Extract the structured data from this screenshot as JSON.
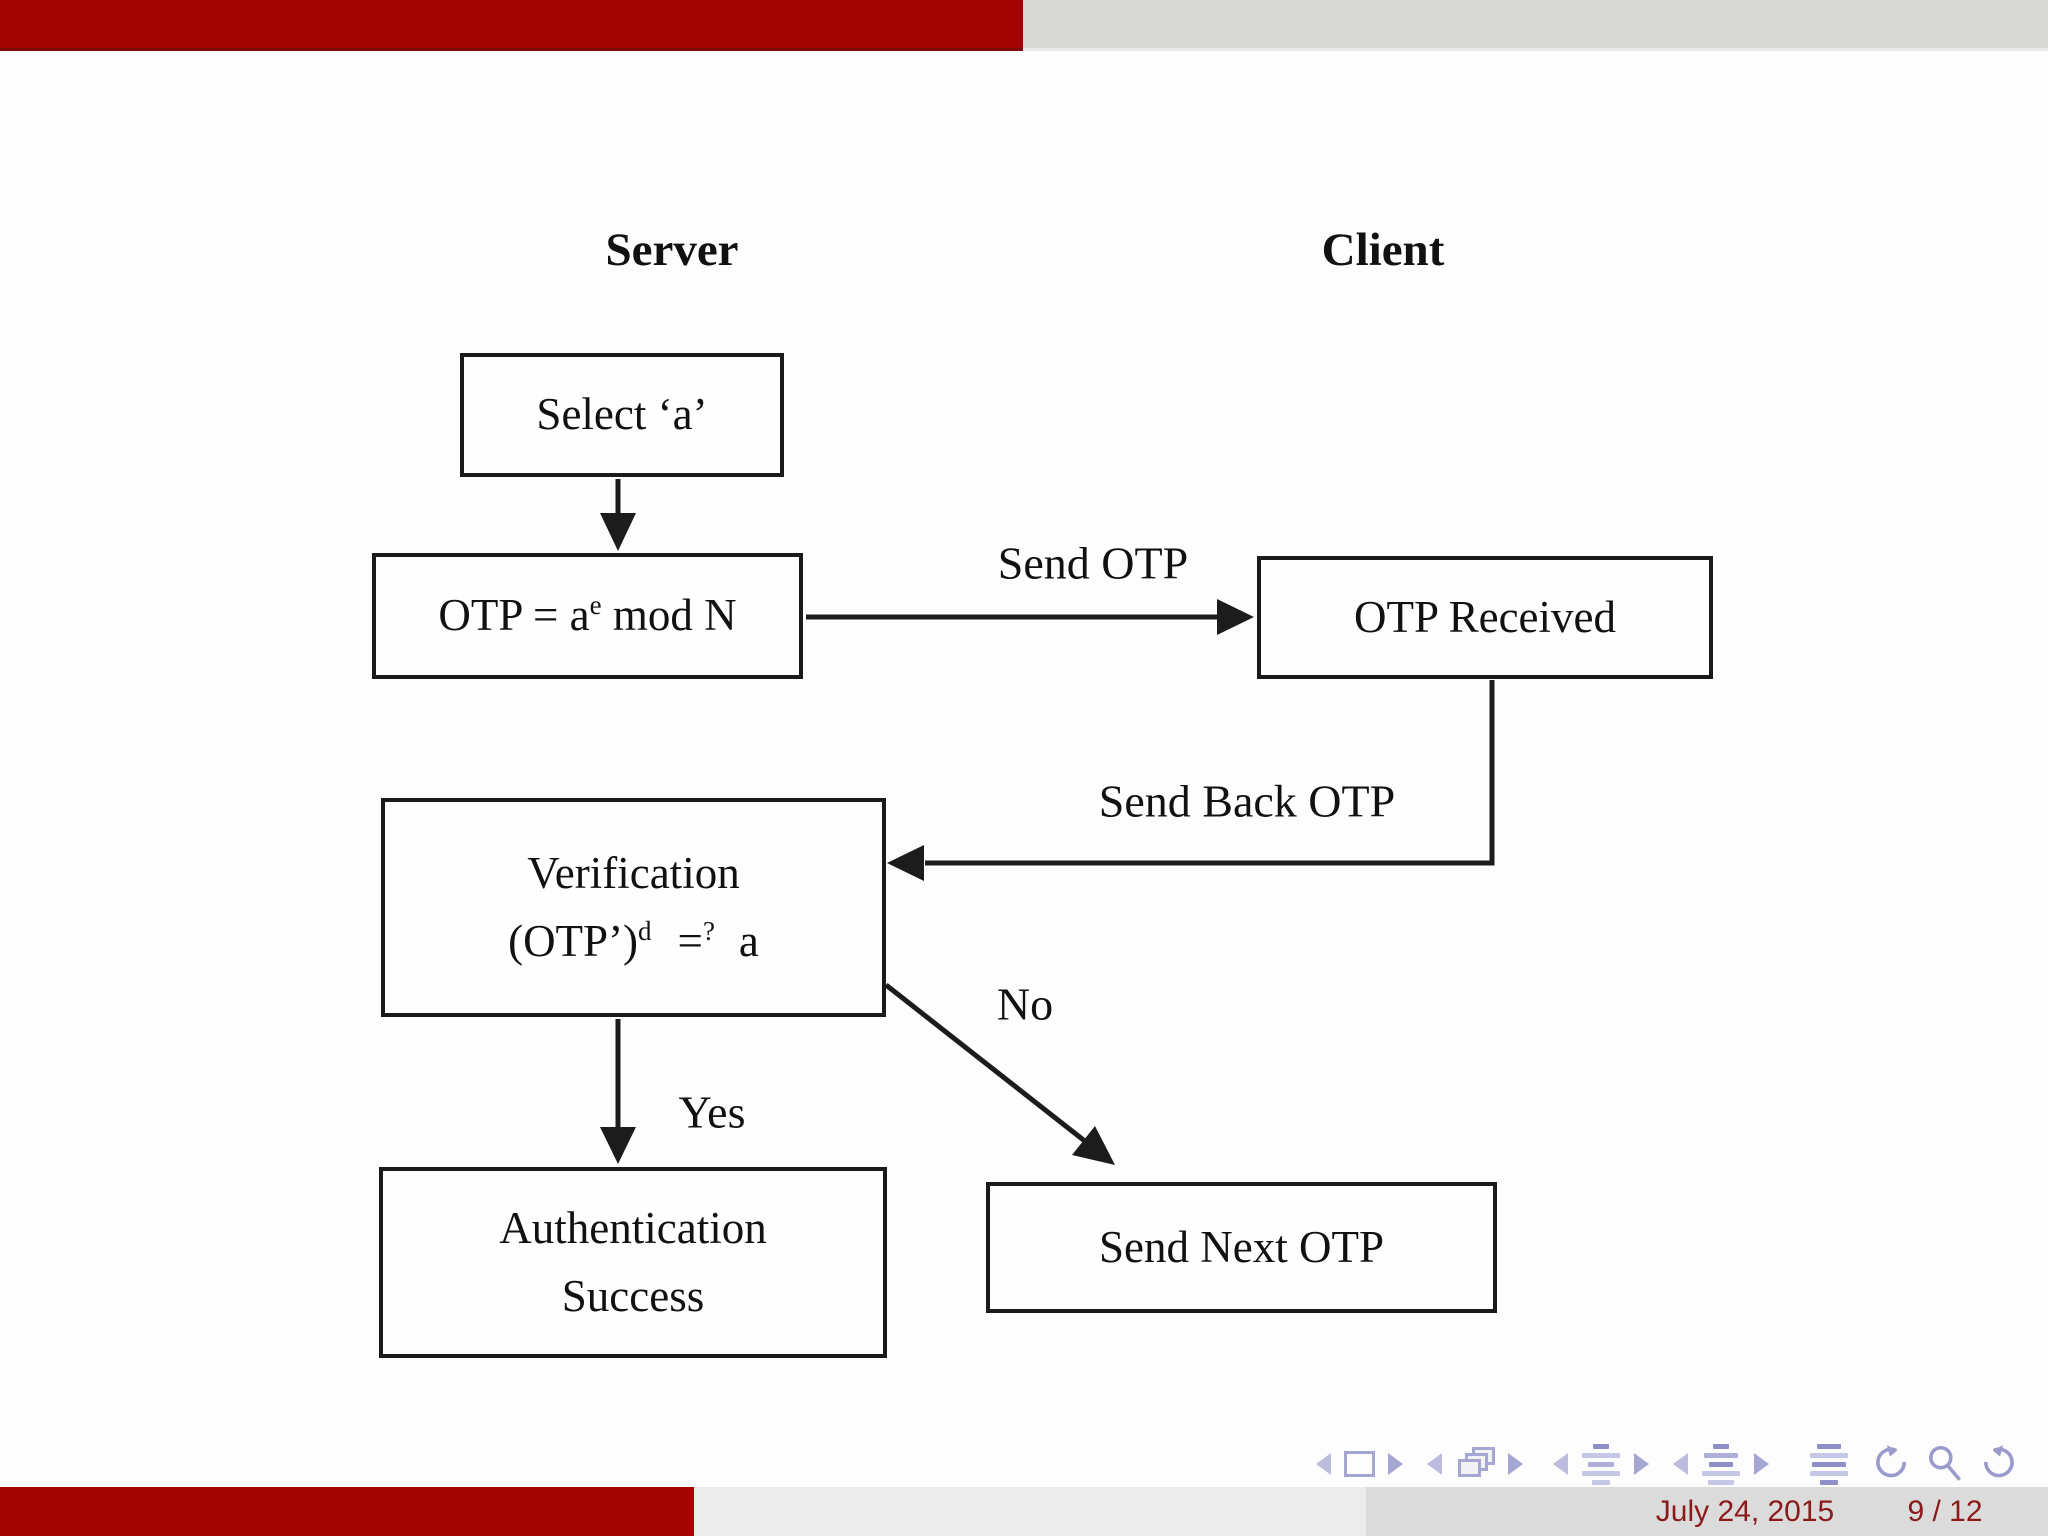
{
  "colors": {
    "header_red": "#a40404",
    "header_gray": "#d8d8d4",
    "footer_left_gray": "#ececec",
    "footer_right_gray": "#dbdbdb",
    "footer_text_red": "#8b1a1a",
    "nav_icon_lavender": "#a6a6d3",
    "diagram_ink": "#1a1a1a"
  },
  "diagram": {
    "column_headers": {
      "server": "Server",
      "client": "Client"
    },
    "boxes": {
      "select_a": {
        "label": "Select ‘a’"
      },
      "otp_calc": {
        "pre": "OTP = a",
        "sup": "e",
        "post": " mod N"
      },
      "otp_received": {
        "label": "OTP Received"
      },
      "verification": {
        "line1": "Verification",
        "paren": "(OTP’)",
        "sup_d": "d",
        "eq": "=",
        "sup_q": "?",
        "rhs": "a"
      },
      "auth_success": {
        "line1": "Authentication",
        "line2": "Success"
      },
      "send_next_otp": {
        "label": "Send Next OTP"
      }
    },
    "edge_labels": {
      "send_otp": "Send OTP",
      "send_back_otp": "Send Back OTP",
      "yes": "Yes",
      "no": "No"
    }
  },
  "navigation": {
    "icons": [
      "prev-slide",
      "frame",
      "next-slide",
      "prev-frame",
      "frame-stack",
      "next-frame",
      "prev-subsection",
      "subsection-list",
      "next-subsection",
      "prev-section",
      "section-list",
      "next-section",
      "presentation-list",
      "back",
      "search",
      "forward"
    ]
  },
  "footer": {
    "date": "July 24, 2015",
    "page": "9 / 12"
  }
}
